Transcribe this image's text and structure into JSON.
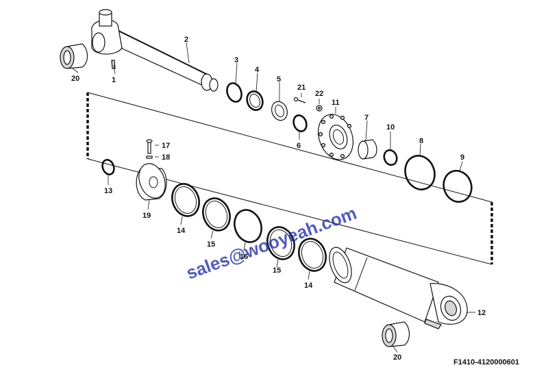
{
  "labels": {
    "p1": "1",
    "p2": "2",
    "p3": "3",
    "p4": "4",
    "p5": "5",
    "p6": "6",
    "p7": "7",
    "p8": "8",
    "p9": "9",
    "p10": "10",
    "p11": "11",
    "p12": "12",
    "p13": "13",
    "p14a": "14",
    "p14b": "14",
    "p15a": "15",
    "p15b": "15",
    "p16": "16",
    "p17": "17",
    "p18": "18",
    "p19": "19",
    "p20a": "20",
    "p20b": "20",
    "p21": "21",
    "p22": "22"
  },
  "watermark": "sales@wooyeah.com",
  "drawing_code": "F1410-4120000601"
}
